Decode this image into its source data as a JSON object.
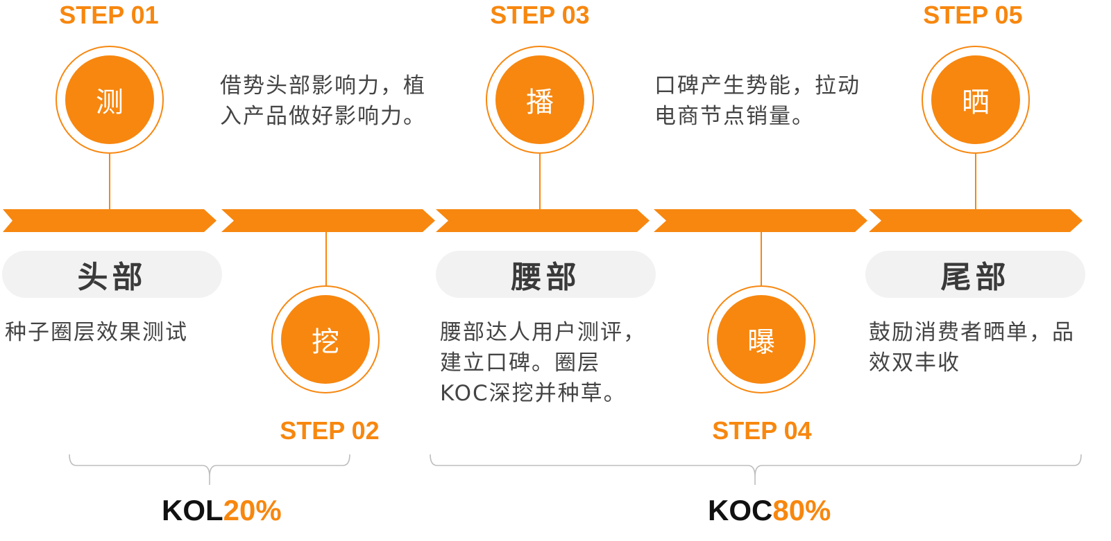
{
  "steps": [
    {
      "label": "STEP 01",
      "char": "测"
    },
    {
      "label": "STEP 02",
      "char": "挖"
    },
    {
      "label": "STEP 03",
      "char": "播"
    },
    {
      "label": "STEP 04",
      "char": "曝"
    },
    {
      "label": "STEP 05",
      "char": "晒"
    }
  ],
  "tiers": [
    {
      "label": "头部"
    },
    {
      "label": "腰部"
    },
    {
      "label": "尾部"
    }
  ],
  "descriptions": {
    "head": [
      "种子圈层效果测试"
    ],
    "step2": [
      "借势头部影响力，植",
      "入产品做好影响力。"
    ],
    "waist": [
      "腰部达人用户测评，",
      "建立口碑。圈层",
      "KOC深挖并种草。"
    ],
    "step4": [
      "口碑产生势能，拉动",
      "电商节点销量。"
    ],
    "tail": [
      "鼓励消费者晒单，品",
      "效双丰收"
    ]
  },
  "summary": [
    {
      "label": "KOL",
      "percent": "20%"
    },
    {
      "label": "KOC",
      "percent": "80%"
    }
  ],
  "colors": {
    "accent": "#F7870F",
    "pill": "#F2F2F2",
    "text": "#444444"
  }
}
